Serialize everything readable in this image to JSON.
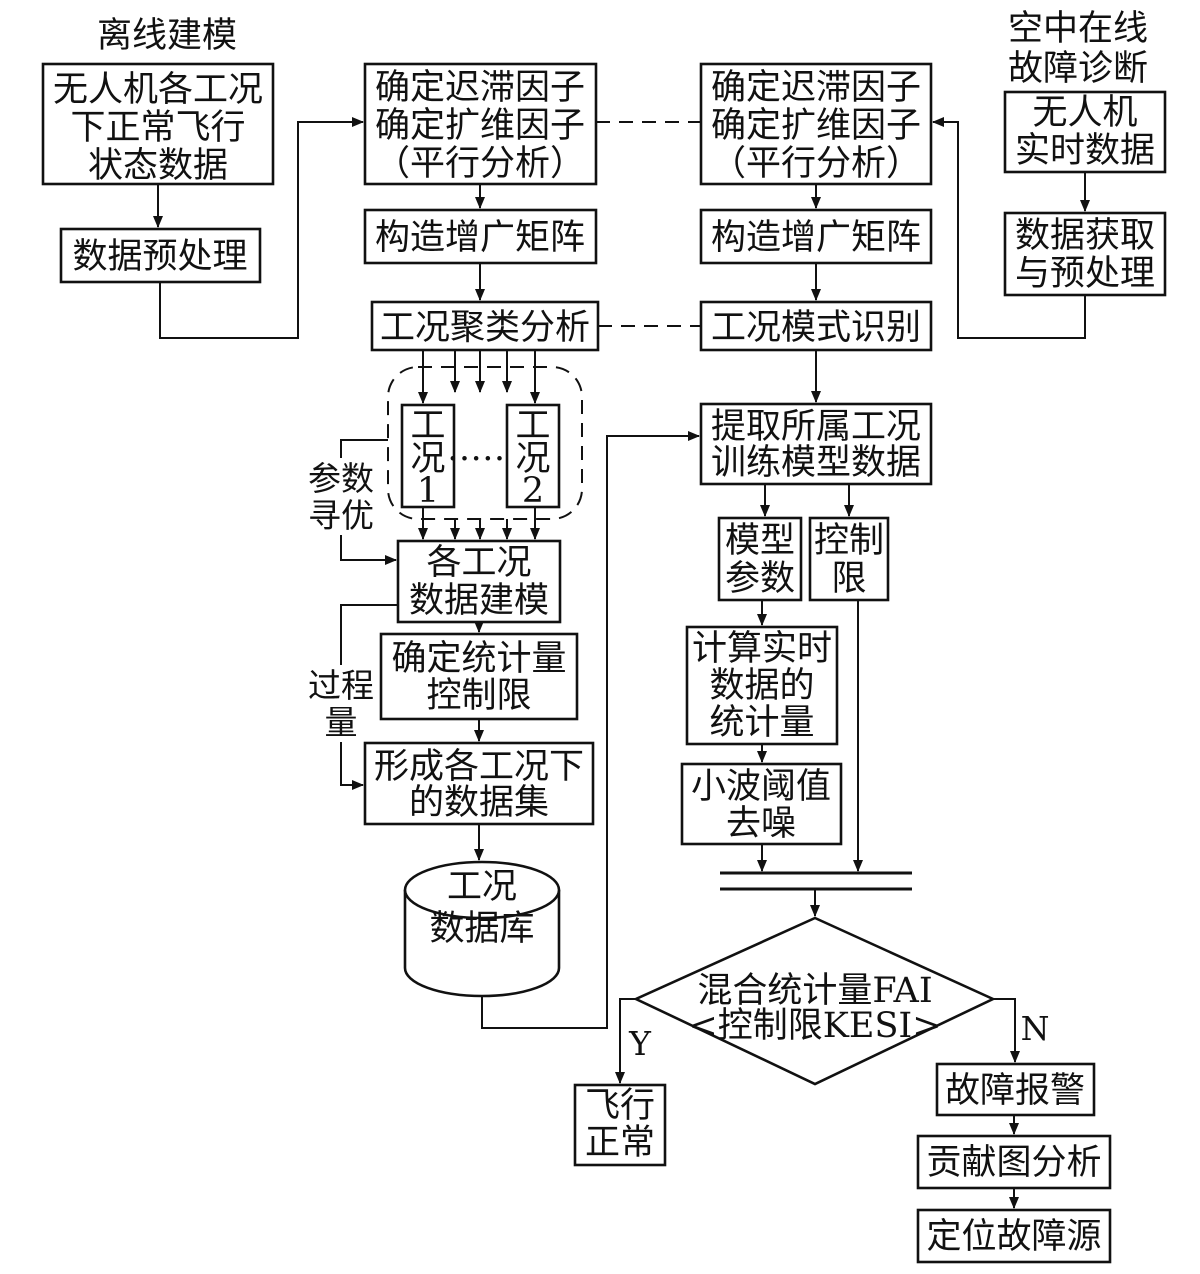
{
  "headers": {
    "offline": "离线建模",
    "online": [
      "空中在线",
      "故障诊断"
    ]
  },
  "nodes": {
    "uav_normal": [
      "无人机各工况",
      "下正常飞行",
      "状态数据"
    ],
    "preprocess": "数据预处理",
    "delay_factor_left": [
      "确定迟滞因子",
      "确定扩维因子",
      "（平行分析）"
    ],
    "augment_left": "构造增广矩阵",
    "cluster": "工况聚类分析",
    "cond1": [
      "工",
      "况",
      "1"
    ],
    "cond_dots": "……",
    "cond2": [
      "工",
      "况",
      "2"
    ],
    "modeling": [
      "各工况",
      "数据建模"
    ],
    "stat_limit": [
      "确定统计量",
      "控制限"
    ],
    "dataset": [
      "形成各工况下",
      "的数据集"
    ],
    "database": [
      "工况",
      "数据库"
    ],
    "delay_factor_right": [
      "确定迟滞因子",
      "确定扩维因子",
      "（平行分析）"
    ],
    "augment_right": "构造增广矩阵",
    "pattern": "工况模式识别",
    "uav_realtime": [
      "无人机",
      "实时数据"
    ],
    "acquire": [
      "数据获取",
      "与预处理"
    ],
    "extract": [
      "提取所属工况",
      "训练模型数据"
    ],
    "model_params": [
      "模型",
      "参数"
    ],
    "control_limit": [
      "控制",
      "限"
    ],
    "compute_stat": [
      "计算实时",
      "数据的",
      "统计量"
    ],
    "wavelet": [
      "小波阈值",
      "去噪"
    ],
    "decision": [
      "混合统计量FAI",
      "<控制限KESI>"
    ],
    "flight_normal": [
      "飞行",
      "正常"
    ],
    "alarm": "故障报警",
    "contribution": "贡献图分析",
    "locate": "定位故障源"
  },
  "side_labels": {
    "param_opt": [
      "参数",
      "寻优"
    ],
    "process_var": [
      "过程",
      "量"
    ]
  },
  "branch_labels": {
    "yes": "Y",
    "no": "N"
  }
}
